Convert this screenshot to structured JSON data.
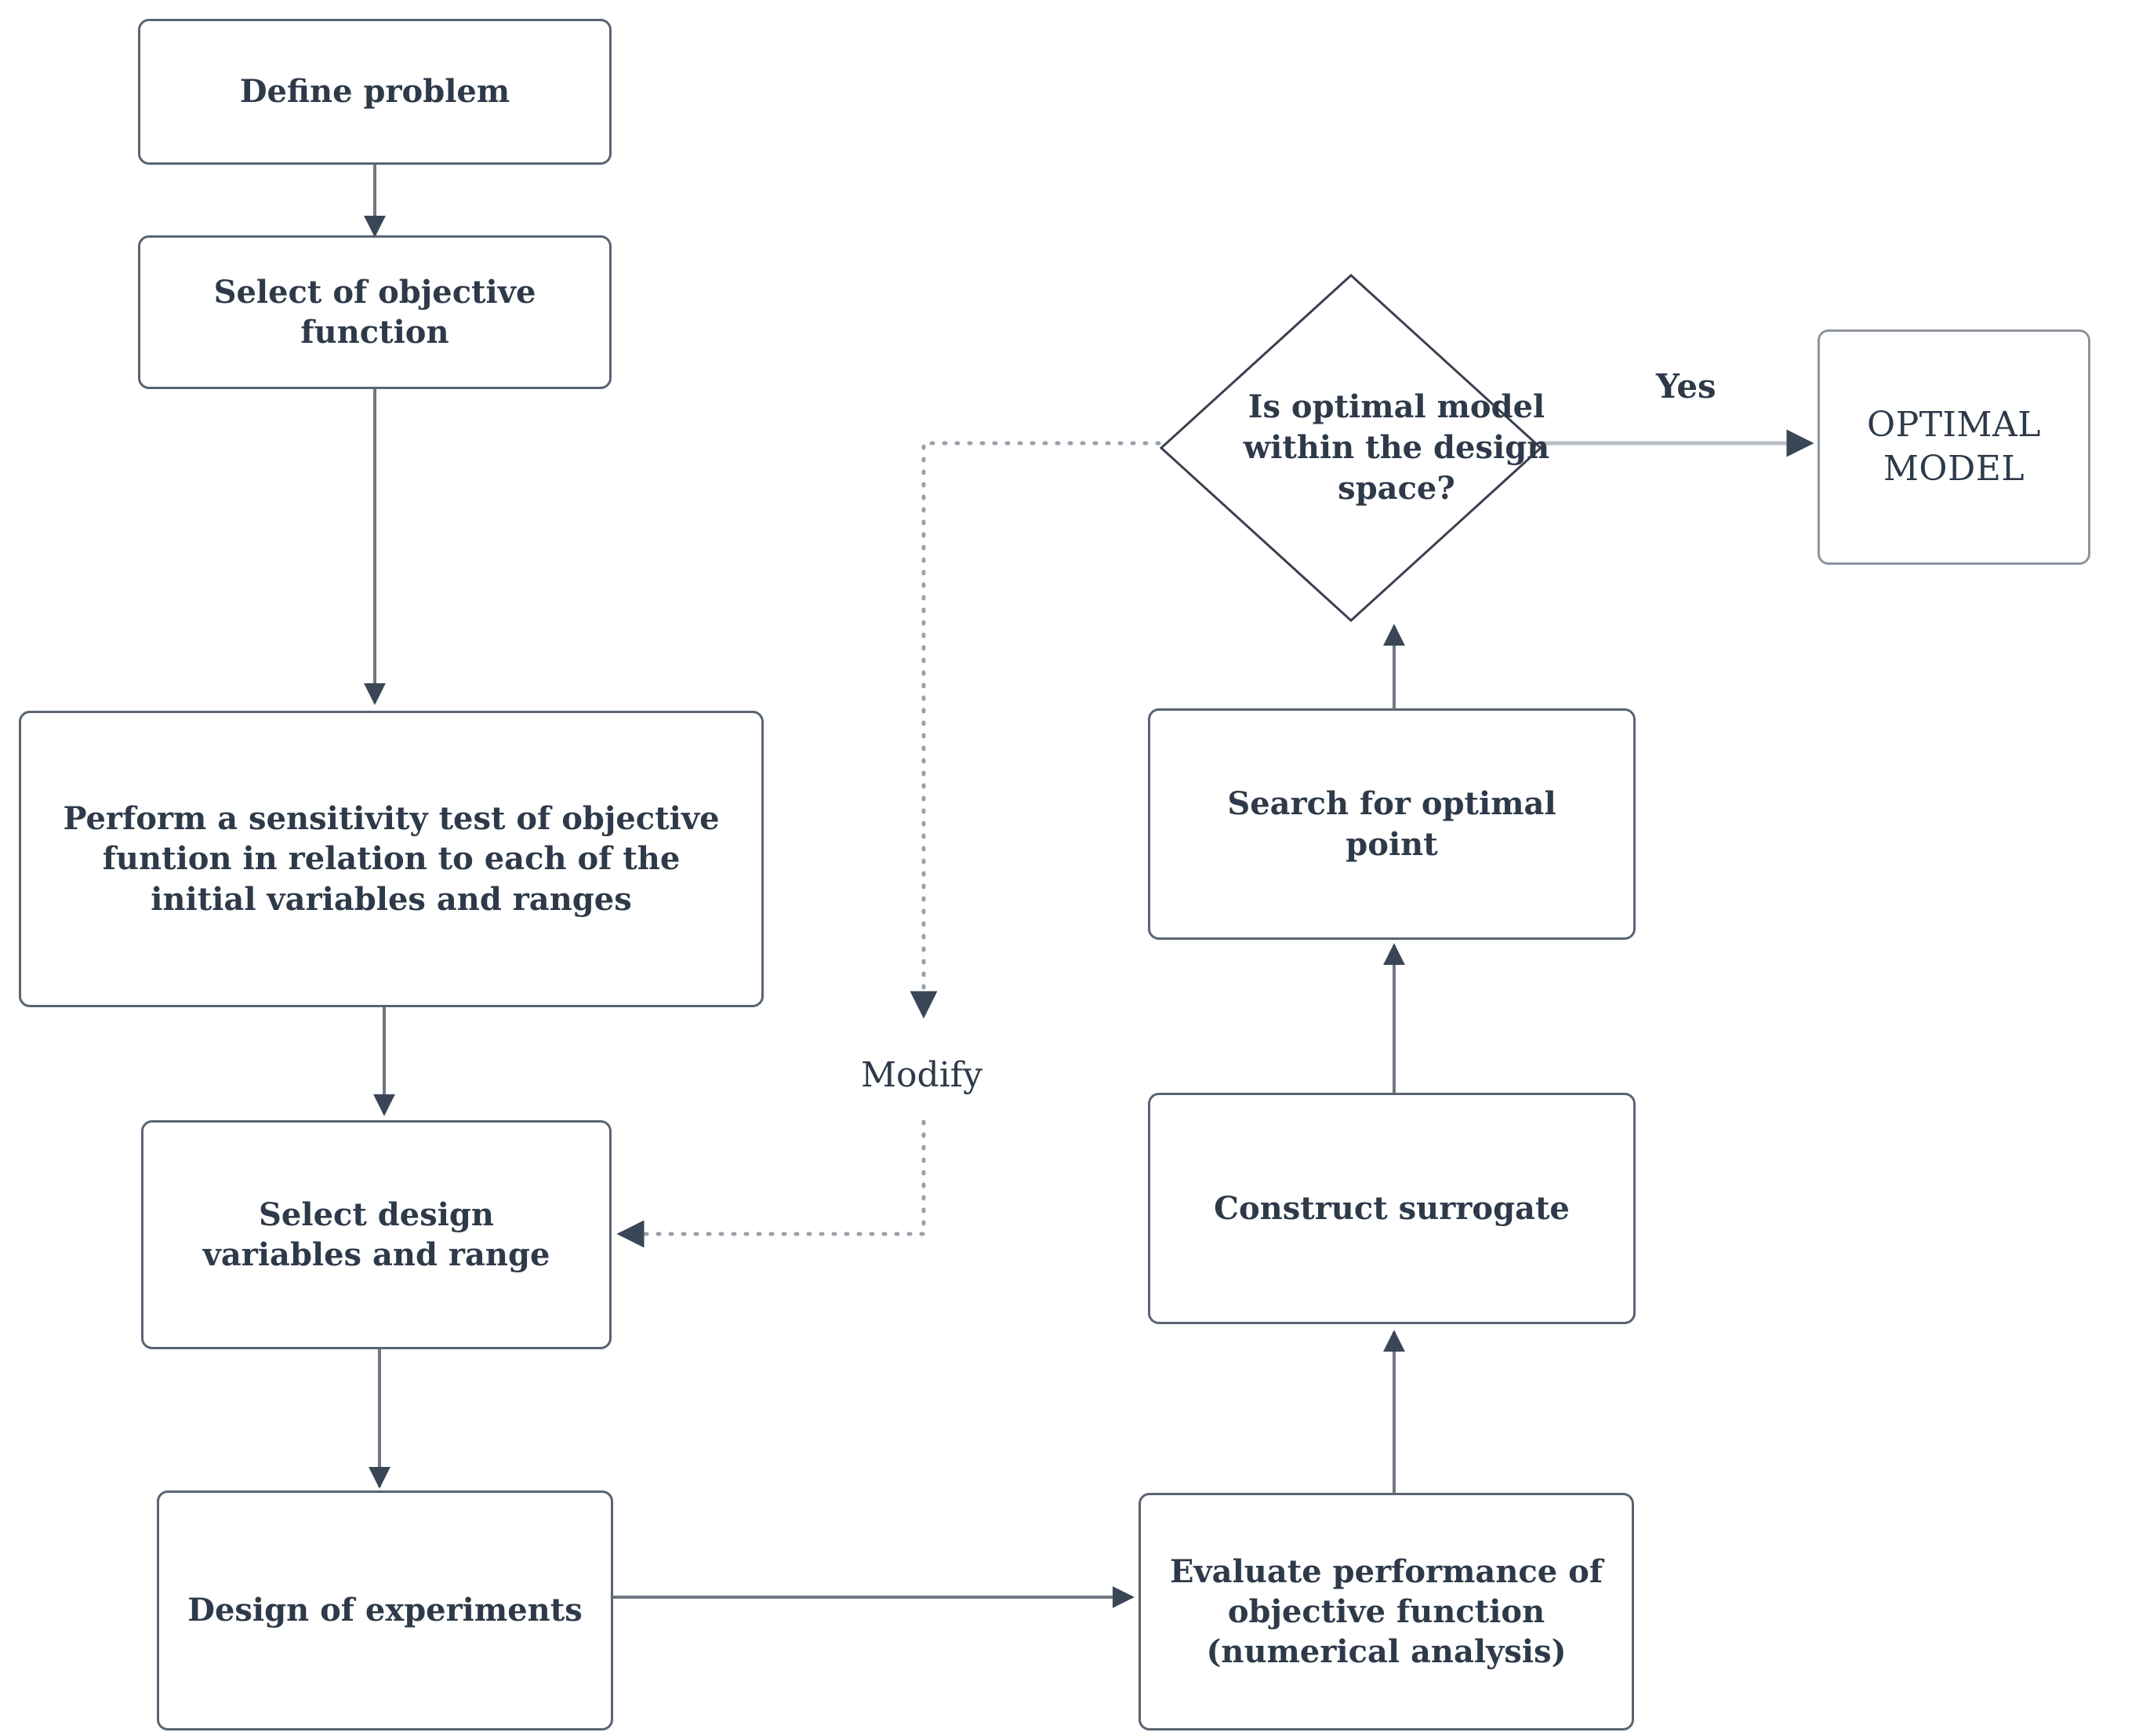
{
  "diagram": {
    "title": "Surrogate-based design optimization flowchart",
    "type": "flowchart",
    "colors": {
      "node_border": "#5a6472",
      "node_fill": "#ffffff",
      "text": "#2e3a4a",
      "connector": "#6e7782",
      "dotted_connector": "#9aa1ab",
      "arrowhead": "#3a4656"
    },
    "nodes": [
      {
        "id": "define-problem",
        "shape": "process",
        "text": "Define problem"
      },
      {
        "id": "select-objective",
        "shape": "process",
        "text": "Select of objective function"
      },
      {
        "id": "sensitivity-test",
        "shape": "process",
        "text": "Perform a sensitivity test of objective funtion in relation to each of the initial variables and ranges"
      },
      {
        "id": "select-design-vars",
        "shape": "process",
        "text": "Select design variables and range"
      },
      {
        "id": "design-of-experiments",
        "shape": "process",
        "text": "Design of experiments"
      },
      {
        "id": "evaluate-performance",
        "shape": "process",
        "text": "Evaluate performance of objective function (numerical analysis)"
      },
      {
        "id": "construct-surrogate",
        "shape": "process",
        "text": "Construct surrogate"
      },
      {
        "id": "search-optimal-point",
        "shape": "process",
        "text": "Search for optimal point"
      },
      {
        "id": "decision-optimal",
        "shape": "decision",
        "text": "Is optimal model within the design space?"
      },
      {
        "id": "optimal-model",
        "shape": "terminal",
        "text": "OPTIMAL MODEL"
      }
    ],
    "edge_labels": {
      "yes": "Yes",
      "modify": "Modify"
    },
    "edges": [
      {
        "from": "define-problem",
        "to": "select-objective",
        "style": "solid",
        "label": ""
      },
      {
        "from": "select-objective",
        "to": "sensitivity-test",
        "style": "solid",
        "label": ""
      },
      {
        "from": "sensitivity-test",
        "to": "select-design-vars",
        "style": "solid",
        "label": ""
      },
      {
        "from": "select-design-vars",
        "to": "design-of-experiments",
        "style": "solid",
        "label": ""
      },
      {
        "from": "design-of-experiments",
        "to": "evaluate-performance",
        "style": "solid",
        "label": ""
      },
      {
        "from": "evaluate-performance",
        "to": "construct-surrogate",
        "style": "solid",
        "label": ""
      },
      {
        "from": "construct-surrogate",
        "to": "search-optimal-point",
        "style": "solid",
        "label": ""
      },
      {
        "from": "search-optimal-point",
        "to": "decision-optimal",
        "style": "solid",
        "label": ""
      },
      {
        "from": "decision-optimal",
        "to": "optimal-model",
        "style": "solid",
        "label": "Yes"
      },
      {
        "from": "decision-optimal",
        "to": "select-design-vars",
        "style": "dotted",
        "label": "Modify"
      }
    ]
  }
}
